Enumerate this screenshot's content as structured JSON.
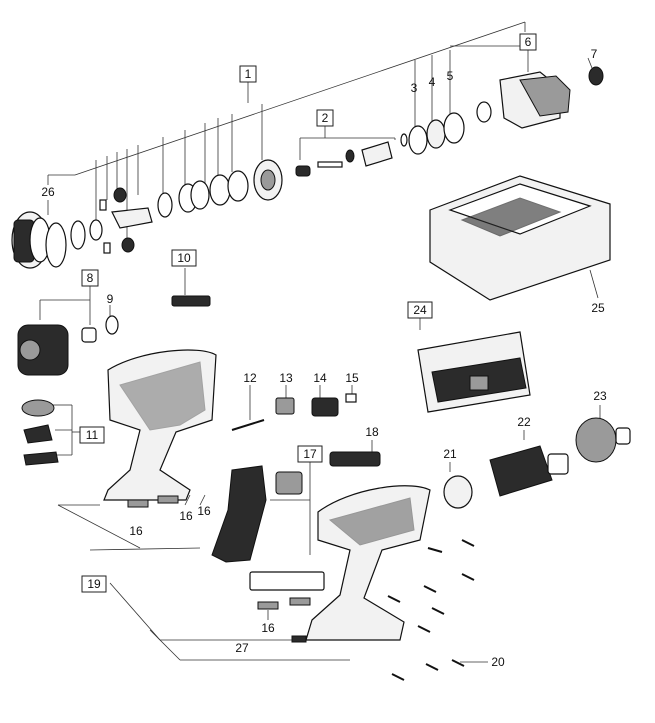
{
  "callouts": {
    "c1": "1",
    "c2": "2",
    "c3": "3",
    "c4": "4",
    "c5": "5",
    "c6": "6",
    "c7": "7",
    "c8": "8",
    "c9": "9",
    "c10": "10",
    "c11": "11",
    "c12": "12",
    "c13": "13",
    "c14": "14",
    "c15": "15",
    "c16a": "16",
    "c16b": "16",
    "c16c": "16",
    "c16d": "16",
    "c17": "17",
    "c18": "18",
    "c19": "19",
    "c20": "20",
    "c21": "21",
    "c22": "22",
    "c23": "23",
    "c24": "24",
    "c25": "25",
    "c26": "26",
    "c27": "27"
  }
}
